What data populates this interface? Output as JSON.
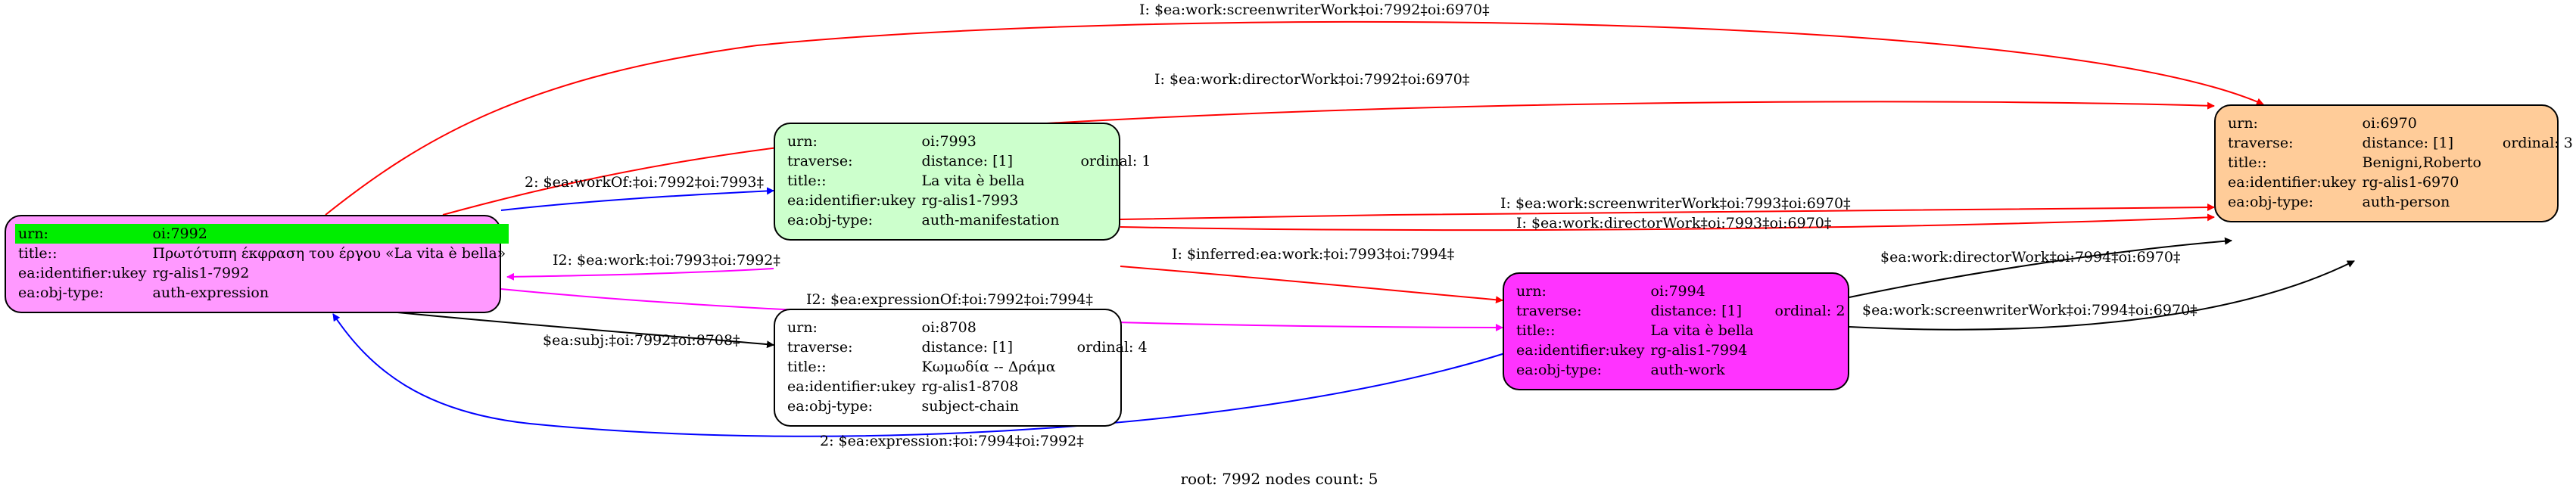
{
  "nodes": {
    "n7992": {
      "fill": "#ff99ff",
      "rows": [
        {
          "k": "urn:",
          "v": "oi:7992"
        },
        {
          "k": "title::",
          "v": "Πρωτότυπη έκφραση του έργου «La vita è bella»"
        },
        {
          "k": "ea:identifier:ukey",
          "v": "rg-alis1-7992"
        },
        {
          "k": "ea:obj-type:",
          "v": "auth-expression"
        }
      ]
    },
    "n7993": {
      "fill": "#ccffcc",
      "rows": [
        {
          "k": "urn:",
          "v": "oi:7993",
          "v2": ""
        },
        {
          "k": "traverse:",
          "v": "distance: [1]",
          "v2": "ordinal: 1"
        },
        {
          "k": "title::",
          "v": "La vita è bella",
          "v2": ""
        },
        {
          "k": "ea:identifier:ukey",
          "v": "rg-alis1-7993",
          "v2": ""
        },
        {
          "k": "ea:obj-type:",
          "v": "auth-manifestation",
          "v2": ""
        }
      ]
    },
    "n8708": {
      "fill": "#ffffff",
      "rows": [
        {
          "k": "urn:",
          "v": "oi:8708",
          "v2": ""
        },
        {
          "k": "traverse:",
          "v": "distance: [1]",
          "v2": "ordinal: 4"
        },
        {
          "k": "title::",
          "v": "Κωμωδία -- Δράμα",
          "v2": ""
        },
        {
          "k": "ea:identifier:ukey",
          "v": "rg-alis1-8708",
          "v2": ""
        },
        {
          "k": "ea:obj-type:",
          "v": "subject-chain",
          "v2": ""
        }
      ]
    },
    "n7994": {
      "fill": "#ff33ff",
      "rows": [
        {
          "k": "urn:",
          "v": "oi:7994",
          "v2": ""
        },
        {
          "k": "traverse:",
          "v": "distance: [1]",
          "v2": "ordinal: 2"
        },
        {
          "k": "title::",
          "v": "La vita è bella",
          "v2": ""
        },
        {
          "k": "ea:identifier:ukey",
          "v": "rg-alis1-7994",
          "v2": ""
        },
        {
          "k": "ea:obj-type:",
          "v": "auth-work",
          "v2": ""
        }
      ]
    },
    "n6970": {
      "fill": "#ffcc99",
      "rows": [
        {
          "k": "urn:",
          "v": "oi:6970",
          "v2": ""
        },
        {
          "k": "traverse:",
          "v": "distance: [1]",
          "v2": "ordinal: 3"
        },
        {
          "k": "title::",
          "v": "Benigni,Roberto",
          "v2": ""
        },
        {
          "k": "ea:identifier:ukey",
          "v": "rg-alis1-6970",
          "v2": ""
        },
        {
          "k": "ea:obj-type:",
          "v": "auth-person",
          "v2": ""
        }
      ]
    }
  },
  "edges": [
    {
      "label": "I: $ea:work:screenwriterWork‡oi:7992‡oi:6970‡",
      "color": "#ff0000"
    },
    {
      "label": "I: $ea:work:directorWork‡oi:7992‡oi:6970‡",
      "color": "#ff0000"
    },
    {
      "label": "2: $ea:workOf:‡oi:7992‡oi:7993‡",
      "color": "#0000ff"
    },
    {
      "label": "I2: $ea:work:‡oi:7993‡oi:7992‡",
      "color": "#ff00ff"
    },
    {
      "label": "I2: $ea:expressionOf:‡oi:7992‡oi:7994‡",
      "color": "#ff00ff"
    },
    {
      "label": "$ea:subj:‡oi:7992‡oi:8708‡",
      "color": "#000000"
    },
    {
      "label": "2: $ea:expression:‡oi:7994‡oi:7992‡",
      "color": "#0000ff"
    },
    {
      "label": "I: $ea:work:screenwriterWork‡oi:7993‡oi:6970‡",
      "color": "#ff0000"
    },
    {
      "label": "I: $ea:work:directorWork‡oi:7993‡oi:6970‡",
      "color": "#ff0000"
    },
    {
      "label": "I: $inferred:ea:work:‡oi:7993‡oi:7994‡",
      "color": "#ff0000"
    },
    {
      "label": "$ea:work:directorWork‡oi:7994‡oi:6970‡",
      "color": "#000000"
    },
    {
      "label": "$ea:work:screenwriterWork‡oi:7994‡oi:6970‡",
      "color": "#000000"
    }
  ],
  "highlight_color": "#00ee00",
  "footer": "root: 7992 nodes count: 5"
}
